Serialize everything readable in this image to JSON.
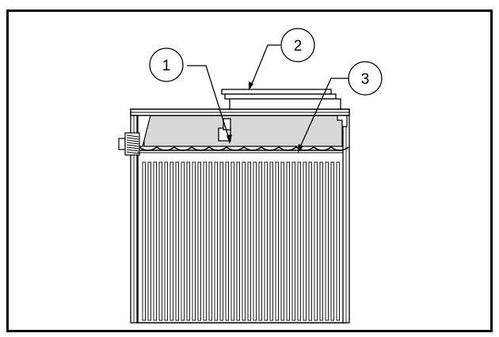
{
  "figure": {
    "callouts": [
      {
        "number": "1"
      },
      {
        "number": "2"
      },
      {
        "number": "3"
      }
    ]
  }
}
